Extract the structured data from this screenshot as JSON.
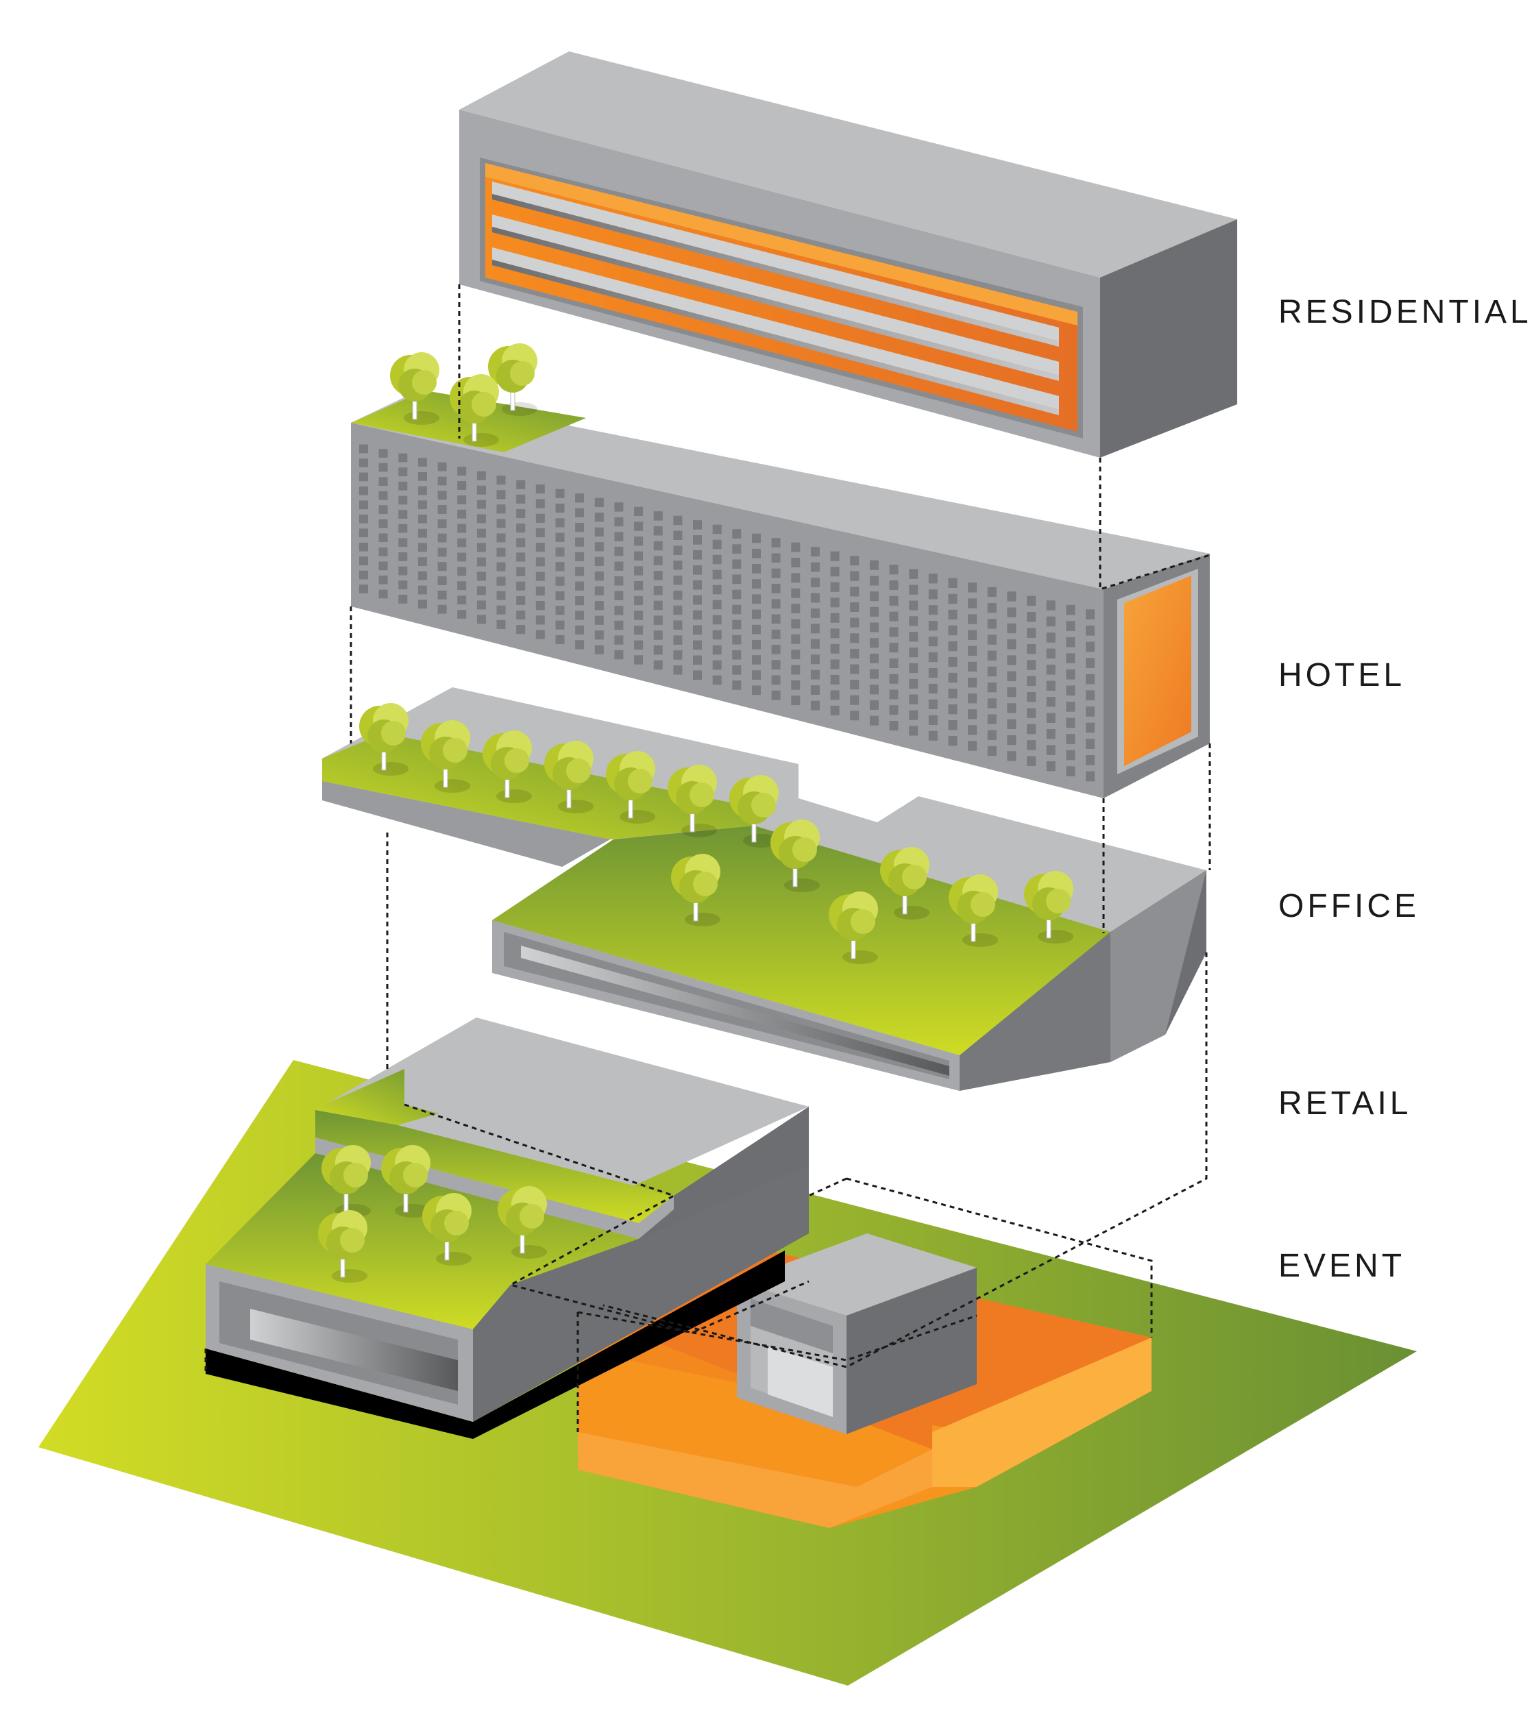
{
  "labels": {
    "residential": "RESIDENTIAL",
    "hotel": "HOTEL",
    "office": "OFFICE",
    "retail": "RETAIL",
    "event": "EVENT"
  },
  "colors": {
    "ground_light": "#cfdb26",
    "ground_dark": "#6f9331",
    "roof_grey": "#bdbec0",
    "front_grey": "#9a9b9e",
    "side_grey": "#77787b",
    "accent_orange": "#f28c28"
  }
}
